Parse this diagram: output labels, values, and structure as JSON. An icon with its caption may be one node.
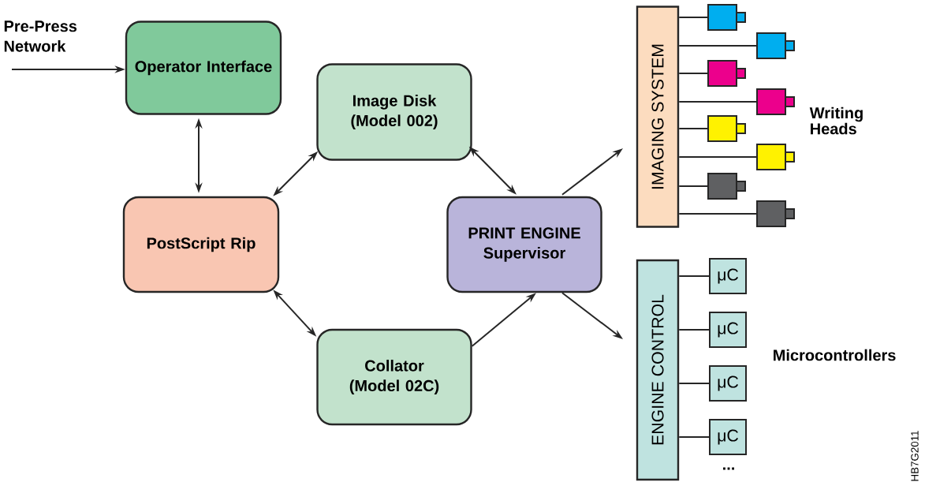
{
  "diagram": {
    "nodes": [
      {
        "text": [
          "Pre-Press Network"
        ]
      },
      {
        "text": [
          "Operator Interface"
        ]
      },
      {
        "text": [
          "Image Disk (Model 002)"
        ]
      },
      {
        "text": [
          "PostScript Rip"
        ]
      },
      {
        "text": [
          "PRINT ENGINE Supervisor"
        ]
      },
      {
        "text": [
          "Collator (Model 02C)"
        ]
      },
      {
        "text": [
          "IMAGING SYSTEM"
        ]
      },
      {
        "text": [],
        "shape": "box"
      },
      {
        "text": [],
        "shape": "box"
      },
      {
        "text": [],
        "shape": "box"
      },
      {
        "text": [],
        "shape": "box"
      },
      {
        "text": [],
        "shape": "box"
      },
      {
        "text": [],
        "shape": "box"
      },
      {
        "text": [],
        "shape": "box"
      },
      {
        "text": [],
        "shape": "box"
      },
      {
        "text": [
          "ENGINE CONTROL"
        ]
      },
      {
        "text": [
          "μC"
        ]
      },
      {
        "text": [
          "μC"
        ]
      },
      {
        "text": [
          "μC"
        ]
      },
      {
        "text": [
          "μC"
        ]
      }
    ],
    "edges": [
      {
        "from": 0,
        "to": 1,
        "arrow": "to"
      },
      {
        "from": 1,
        "to": 3,
        "arrow": "both"
      },
      {
        "from": 3,
        "to": 2,
        "arrow": "both"
      },
      {
        "from": 2,
        "to": 4,
        "arrow": "both"
      },
      {
        "from": 3,
        "to": 5,
        "arrow": "both"
      },
      {
        "from": 5,
        "to": 4,
        "arrow": "to"
      },
      {
        "from": 4,
        "to": 6,
        "arrow": "to"
      },
      {
        "from": 4,
        "to": 15,
        "arrow": "to"
      },
      {
        "from": 6,
        "to": 7,
        "arrow": "none"
      },
      {
        "from": 6,
        "to": 8,
        "arrow": "none"
      },
      {
        "from": 6,
        "to": 9,
        "arrow": "none"
      },
      {
        "from": 6,
        "to": 10,
        "arrow": "none"
      },
      {
        "from": 6,
        "to": 11,
        "arrow": "none"
      },
      {
        "from": 6,
        "to": 12,
        "arrow": "none"
      },
      {
        "from": 6,
        "to": 13,
        "arrow": "none"
      },
      {
        "from": 6,
        "to": 14,
        "arrow": "none"
      },
      {
        "from": 15,
        "to": 16,
        "arrow": "none"
      },
      {
        "from": 15,
        "to": 17,
        "arrow": "none"
      },
      {
        "from": 15,
        "to": 18,
        "arrow": "none"
      },
      {
        "from": 15,
        "to": 19,
        "arrow": "none"
      }
    ],
    "labels": [
      "Writing Heads",
      "Microcontrollers",
      "...",
      "HB7G2011"
    ]
  }
}
